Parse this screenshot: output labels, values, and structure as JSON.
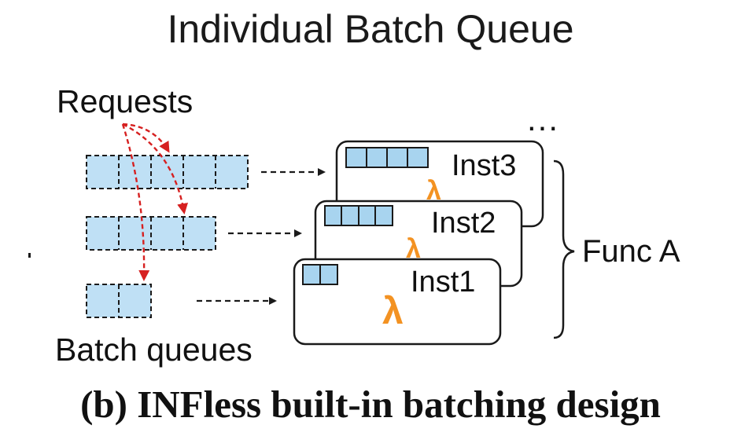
{
  "title": "Individual Batch Queue",
  "labels": {
    "requests": "Requests",
    "batch_queues": "Batch queues",
    "ellipsis": "...",
    "func": "Func A"
  },
  "instances": [
    {
      "name": "Inst3",
      "glyph": "λ",
      "slots": 4
    },
    {
      "name": "Inst2",
      "glyph": "λ",
      "slots": 4
    },
    {
      "name": "Inst1",
      "glyph": "λ",
      "slots": 2
    }
  ],
  "queues": [
    {
      "filled": 5
    },
    {
      "filled": 4
    },
    {
      "filled": 2
    }
  ],
  "caption": "(b) INFless built-in batching design",
  "colors": {
    "queue_fill": "#bfe0f5",
    "slot_fill": "#a8d4ef",
    "arrow_red": "#d62020",
    "lambda": "#f39222",
    "stroke": "#1a1a1a"
  }
}
